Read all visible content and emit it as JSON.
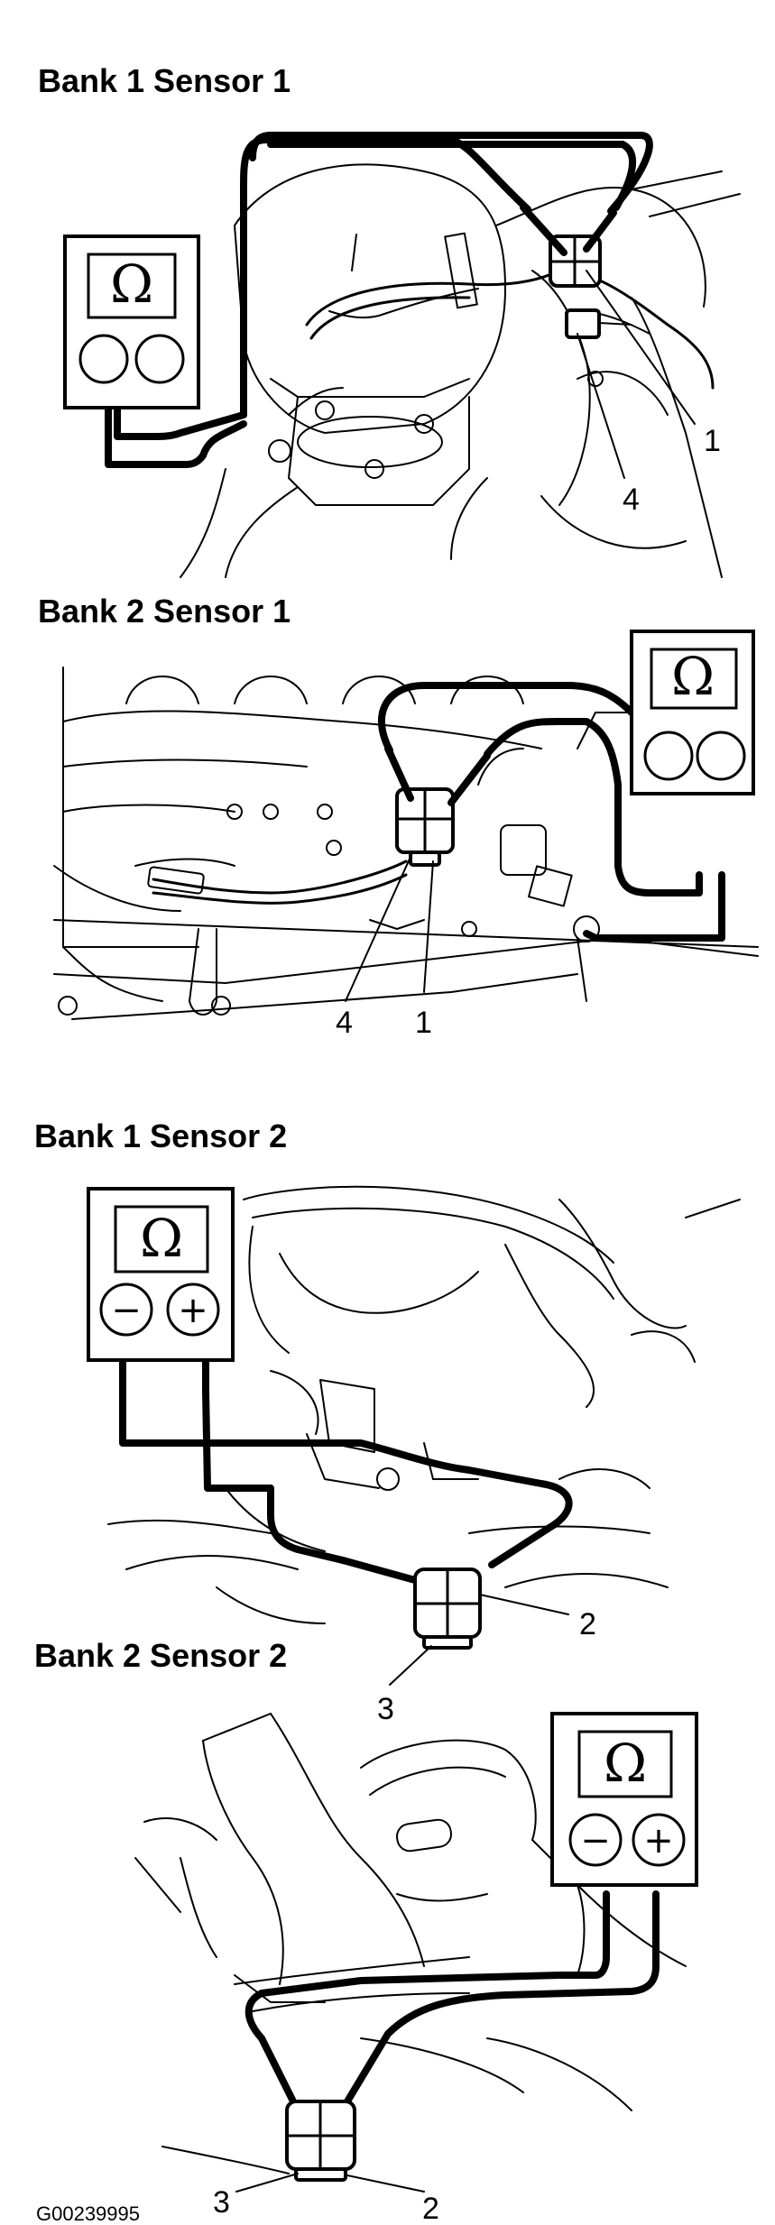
{
  "sections": [
    {
      "title": "Bank 1 Sensor 1",
      "callouts": [
        "1",
        "4"
      ],
      "meter_symbol": "Ω"
    },
    {
      "title": "Bank 2 Sensor 1",
      "callouts": [
        "4",
        "1"
      ],
      "meter_symbol": "Ω"
    },
    {
      "title": "Bank 1 Sensor 2",
      "callouts": [
        "2",
        "3"
      ],
      "meter_symbol": "Ω",
      "terminals": [
        "−",
        "+"
      ]
    },
    {
      "title": "Bank 2 Sensor 2",
      "callouts": [
        "3",
        "2"
      ],
      "meter_symbol": "Ω",
      "terminals": [
        "−",
        "+"
      ]
    }
  ],
  "figure_id": "G00239995",
  "icons": [
    "ohmmeter-icon",
    "connector-icon",
    "probe-icon"
  ]
}
